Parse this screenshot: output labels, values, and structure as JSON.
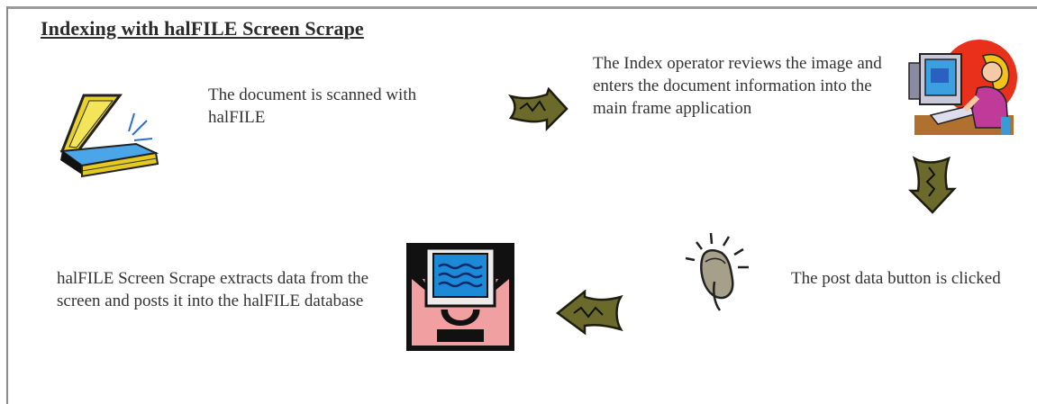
{
  "title": "Indexing with halFILE Screen Scrape",
  "steps": [
    {
      "text": "The document is scanned with halFILE",
      "icon": "scanner-icon"
    },
    {
      "text": "The Index operator reviews the image and enters the document information into the main frame application",
      "icon": "operator-at-computer-icon"
    },
    {
      "text": "The post data button is clicked",
      "icon": "mouse-click-icon"
    },
    {
      "text": "halFILE Screen Scrape extracts data from the screen and posts it into the halFILE database",
      "icon": "computer-monitor-icon"
    }
  ],
  "arrows": [
    "arrow-right-icon",
    "arrow-down-icon",
    "arrow-left-icon"
  ],
  "colors": {
    "arrow": "#6b6a2a",
    "scanner_lid": "#e8d12a",
    "monitor_screen": "#1d8ad8",
    "monitor_backdrop": "#f0a0a0"
  }
}
